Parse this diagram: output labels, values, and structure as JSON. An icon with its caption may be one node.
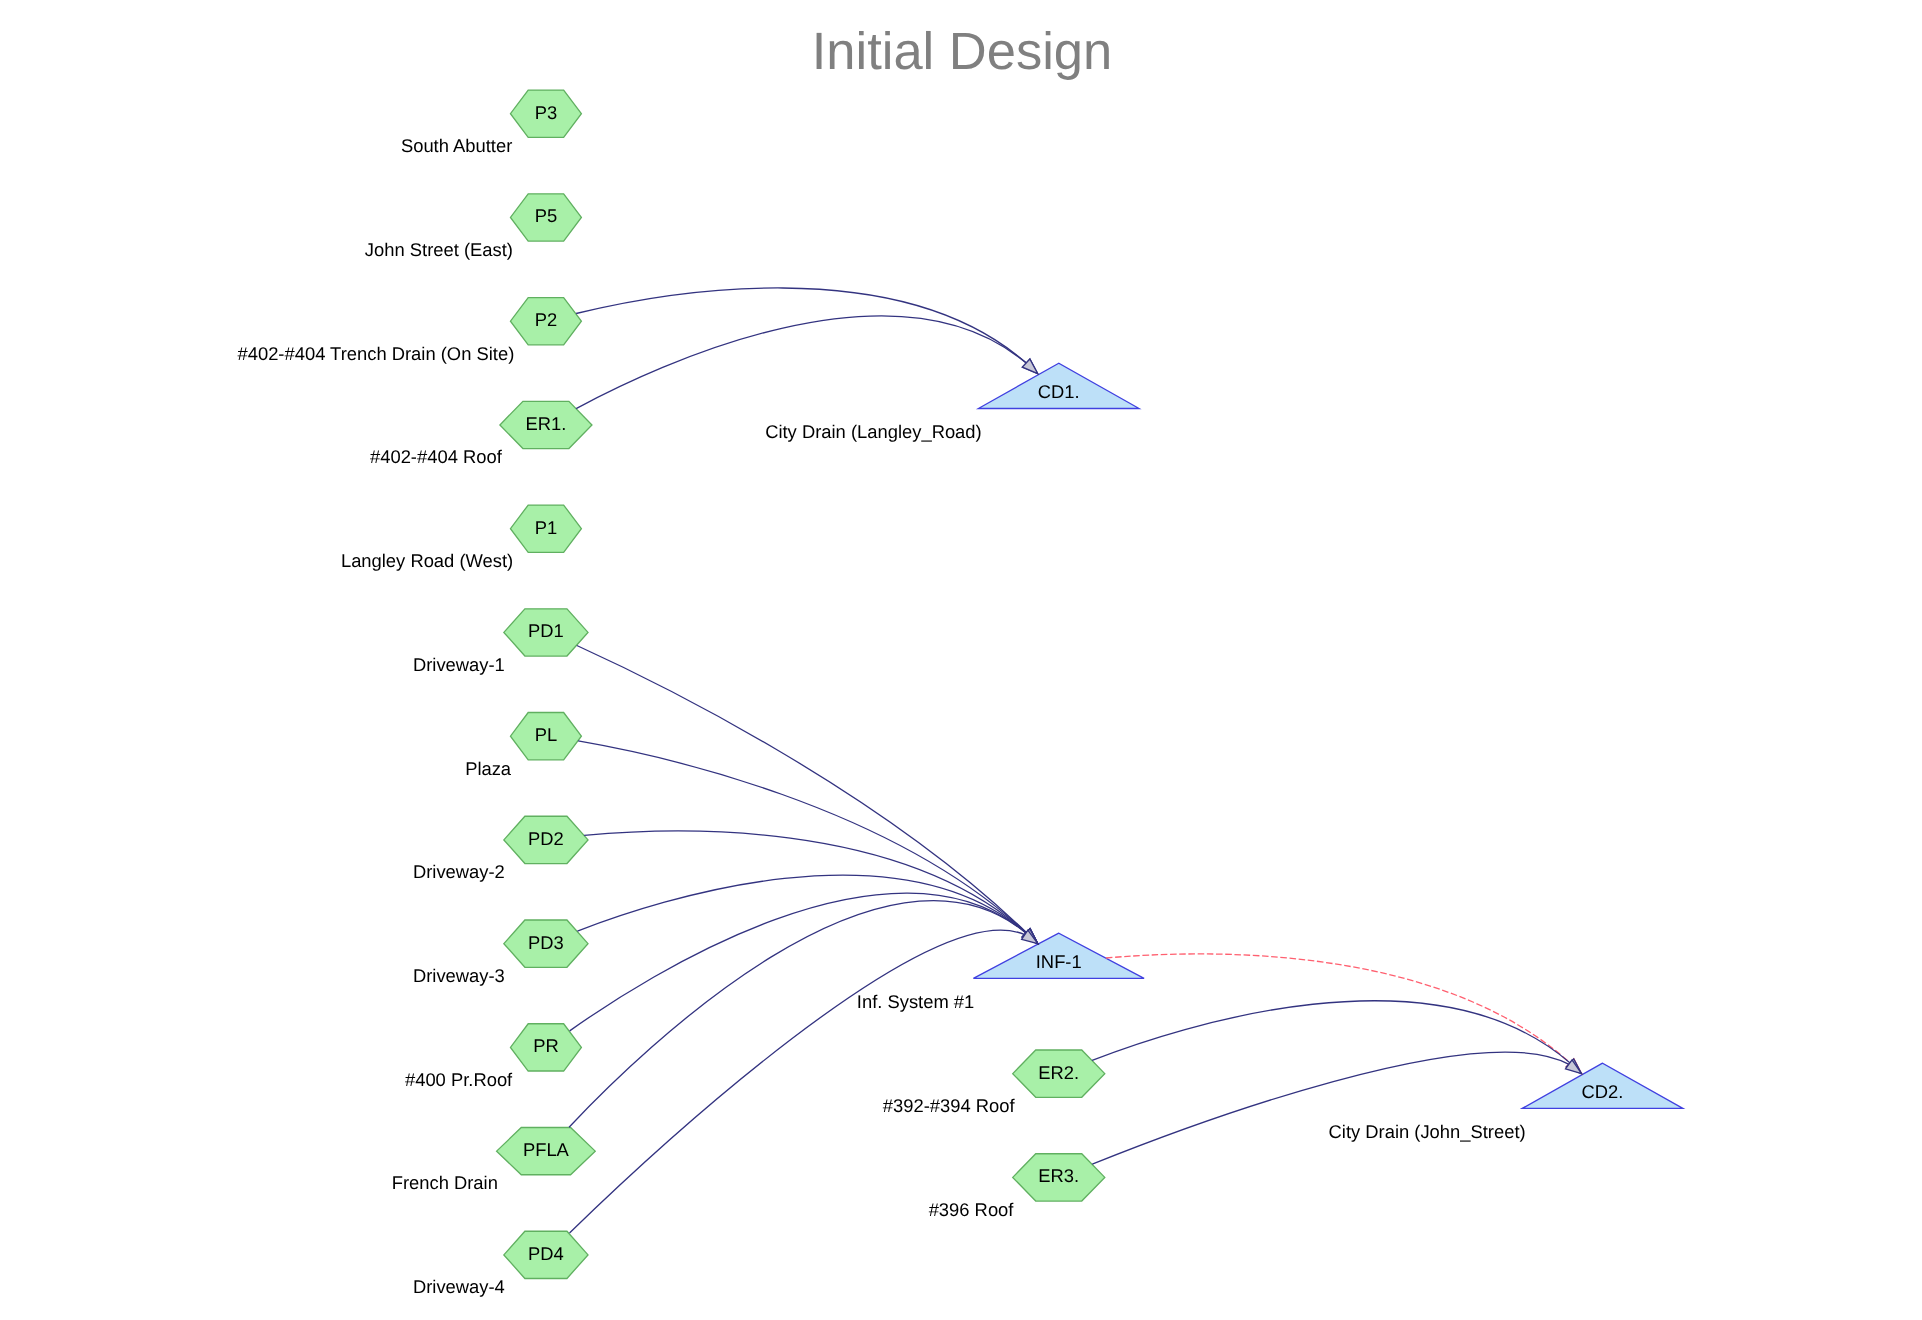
{
  "diagram": {
    "title": "Initial Design",
    "nodes": [
      {
        "text": [
          "PD1"
        ],
        "beside": [
          "Driveway-1"
        ]
      },
      {
        "text": [
          "PL"
        ],
        "beside": [
          "Plaza"
        ]
      },
      {
        "text": [
          "PD2"
        ],
        "beside": [
          "Driveway-2"
        ]
      },
      {
        "text": [
          "PD3"
        ],
        "beside": [
          "Driveway-3"
        ]
      },
      {
        "text": [
          "PR"
        ],
        "beside": [
          "#400 Pr.Roof"
        ]
      },
      {
        "text": [
          "PFLA"
        ],
        "beside": [
          "French Drain"
        ]
      },
      {
        "text": [
          "INF-1"
        ],
        "beside": [
          "Inf. System #1"
        ]
      },
      {
        "text": [
          "PD4"
        ],
        "beside": [
          "Driveway-4"
        ]
      },
      {
        "text": [
          "P1"
        ],
        "beside": [
          "Langley Road (West)"
        ]
      },
      {
        "text": [
          "P2"
        ],
        "beside": [
          "#402-#404 Trench Drain (On Site)"
        ]
      },
      {
        "text": [
          "ER2."
        ],
        "beside": [
          "#392-#394 Roof"
        ]
      },
      {
        "text": [
          "CD1."
        ],
        "beside": [
          "City Drain (Langley_Road)"
        ]
      },
      {
        "text": [
          "CD2."
        ],
        "beside": [
          "City Drain (John_Street)"
        ]
      },
      {
        "text": [
          "ER1."
        ],
        "beside": [
          "#402-#404 Roof"
        ]
      },
      {
        "text": [
          "ER3."
        ],
        "beside": [
          "#396 Roof"
        ]
      },
      {
        "text": [
          "P5"
        ],
        "beside": [
          "John Street (East)"
        ]
      },
      {
        "text": [
          "P3"
        ],
        "beside": [
          "South Abutter"
        ]
      }
    ],
    "edges": [
      {
        "from": 0,
        "to": 6,
        "arrow": "to"
      },
      {
        "from": 1,
        "to": 6,
        "arrow": "to"
      },
      {
        "from": 4,
        "to": 6,
        "arrow": "to"
      },
      {
        "from": 5,
        "to": 6,
        "arrow": "to"
      },
      {
        "from": 2,
        "to": 6,
        "arrow": "to"
      },
      {
        "from": 3,
        "to": 6,
        "arrow": "to"
      },
      {
        "from": 7,
        "to": 6,
        "arrow": "to"
      },
      {
        "from": 6,
        "to": 12,
        "arrow": "to",
        "style": "dashed",
        "color": "#ff6070"
      },
      {
        "from": 10,
        "to": 12,
        "arrow": "to"
      },
      {
        "from": 14,
        "to": 12,
        "arrow": "to"
      },
      {
        "from": 9,
        "to": 11,
        "arrow": "to"
      },
      {
        "from": 13,
        "to": 11,
        "arrow": "to"
      }
    ]
  }
}
